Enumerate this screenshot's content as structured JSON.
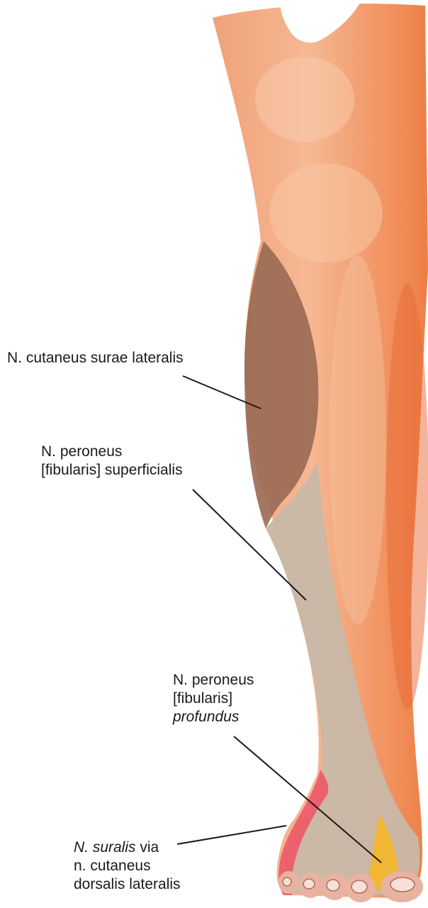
{
  "labels": {
    "cutaneus_surae_lateralis": "N. cutaneus surae lateralis",
    "peroneus_superficialis": {
      "line1": "N. peroneus",
      "line2": "[fibularis] superficialis"
    },
    "peroneus_profundus": {
      "line1": "N. peroneus",
      "line2": "[fibularis]",
      "line3": "profundus"
    },
    "suralis": {
      "line1_italic": "N. suralis",
      "line1_rest": " via",
      "line2": "n. cutaneus",
      "line3": "dorsalis lateralis"
    }
  },
  "colors": {
    "skin": "#f08a55",
    "skin_highlight": "#f8c9a6",
    "cutaneus_surae_region": "#9b6b55",
    "superficialis_region": "#c7b6a4",
    "profundus_region": "#f2b52e",
    "suralis_region": "#ee5a6a",
    "leader_line": "#1a1a1a"
  }
}
